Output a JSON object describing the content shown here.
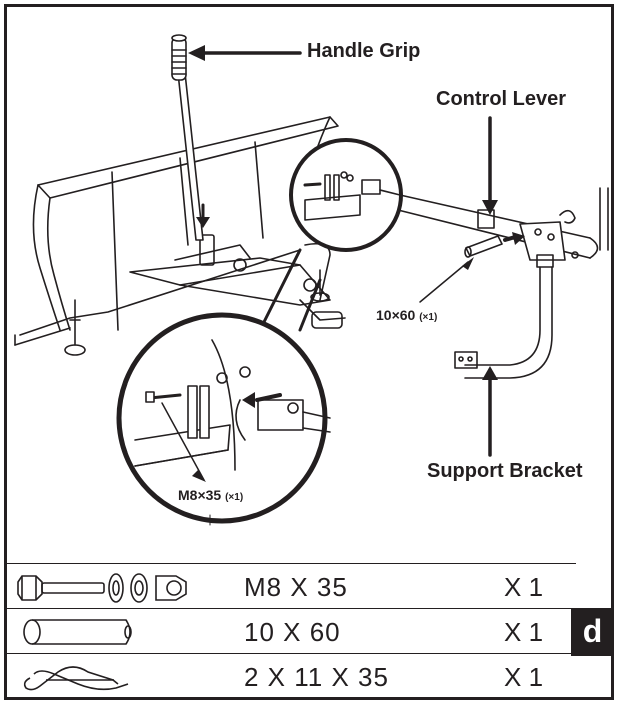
{
  "labels": {
    "handle_grip": "Handle Grip",
    "control_lever": "Control Lever",
    "support_bracket": "Support Bracket",
    "bolt_spec": "M8×35",
    "bolt_qty": "(×1)",
    "pin_spec": "10×60",
    "pin_qty": "(×1)"
  },
  "parts": [
    {
      "icon": "bolt-washer-nut-icon",
      "size": "M8 X 35",
      "qty": "X 1"
    },
    {
      "icon": "pin-icon",
      "size": "10 X 60",
      "qty": "X 1"
    },
    {
      "icon": "cotter-pin-icon",
      "size": "2 X 11 X 35",
      "qty": "X 1"
    }
  ],
  "step": "d"
}
